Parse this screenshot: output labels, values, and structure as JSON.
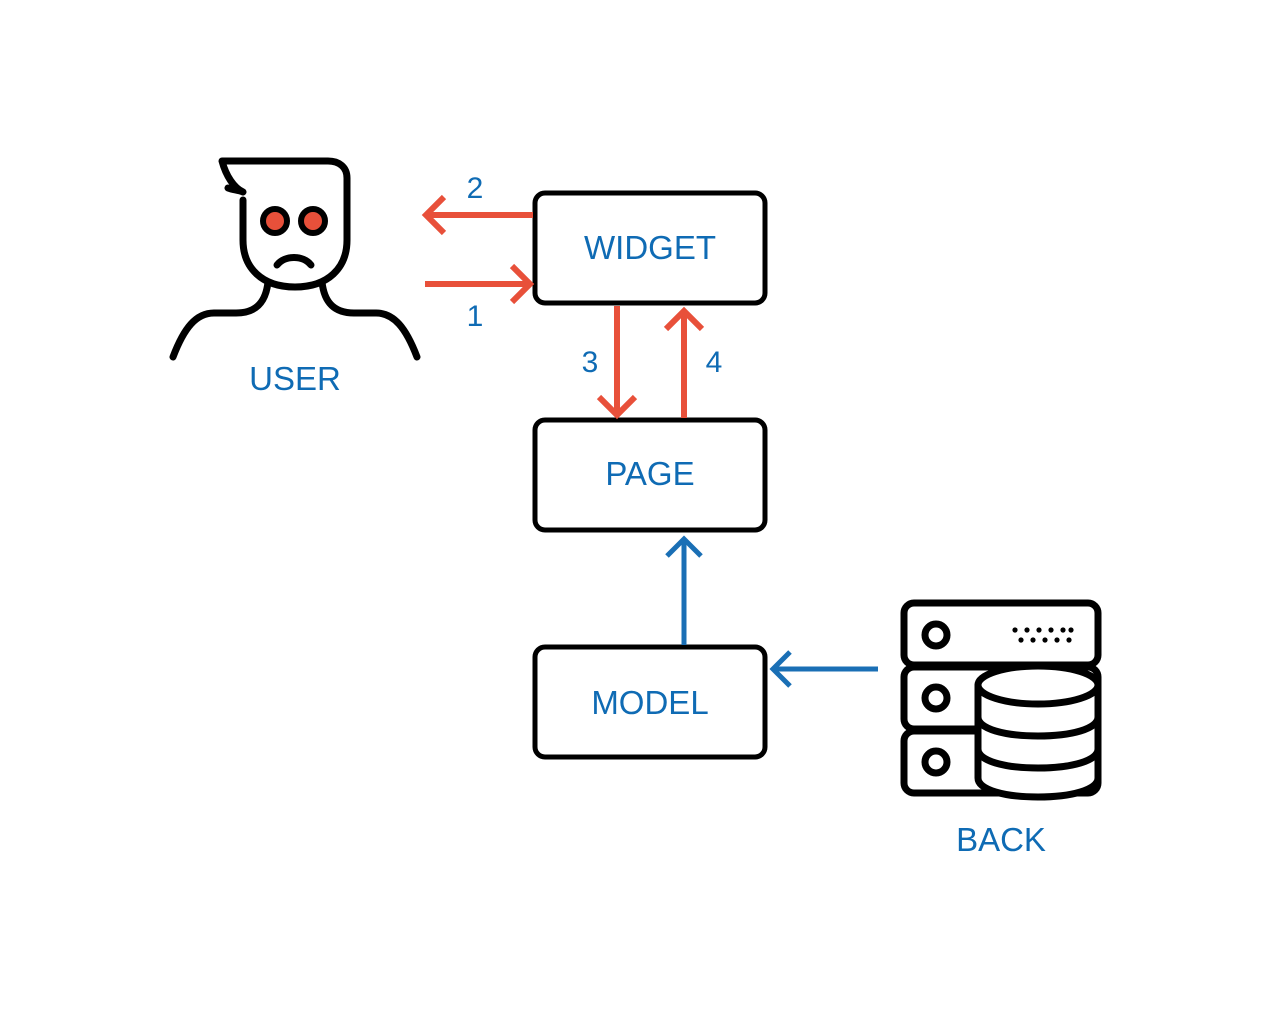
{
  "colors": {
    "text": "#0F6BB4",
    "flow_arrow": "#E8503A",
    "data_arrow": "#1A6FB5",
    "outline": "#000000",
    "eye": "#E8503A",
    "background": "#FFFFFF"
  },
  "nodes": {
    "user": {
      "label": "USER",
      "icon": "user-icon"
    },
    "widget": {
      "label": "WIDGET"
    },
    "page": {
      "label": "PAGE"
    },
    "model": {
      "label": "MODEL"
    },
    "back": {
      "label": "BACK",
      "icon": "server-database-icon"
    }
  },
  "edges": [
    {
      "from": "user",
      "to": "widget",
      "label": "1"
    },
    {
      "from": "widget",
      "to": "user",
      "label": "2"
    },
    {
      "from": "widget",
      "to": "page",
      "label": "3"
    },
    {
      "from": "page",
      "to": "widget",
      "label": "4"
    },
    {
      "from": "model",
      "to": "page",
      "label": ""
    },
    {
      "from": "back",
      "to": "model",
      "label": ""
    }
  ]
}
